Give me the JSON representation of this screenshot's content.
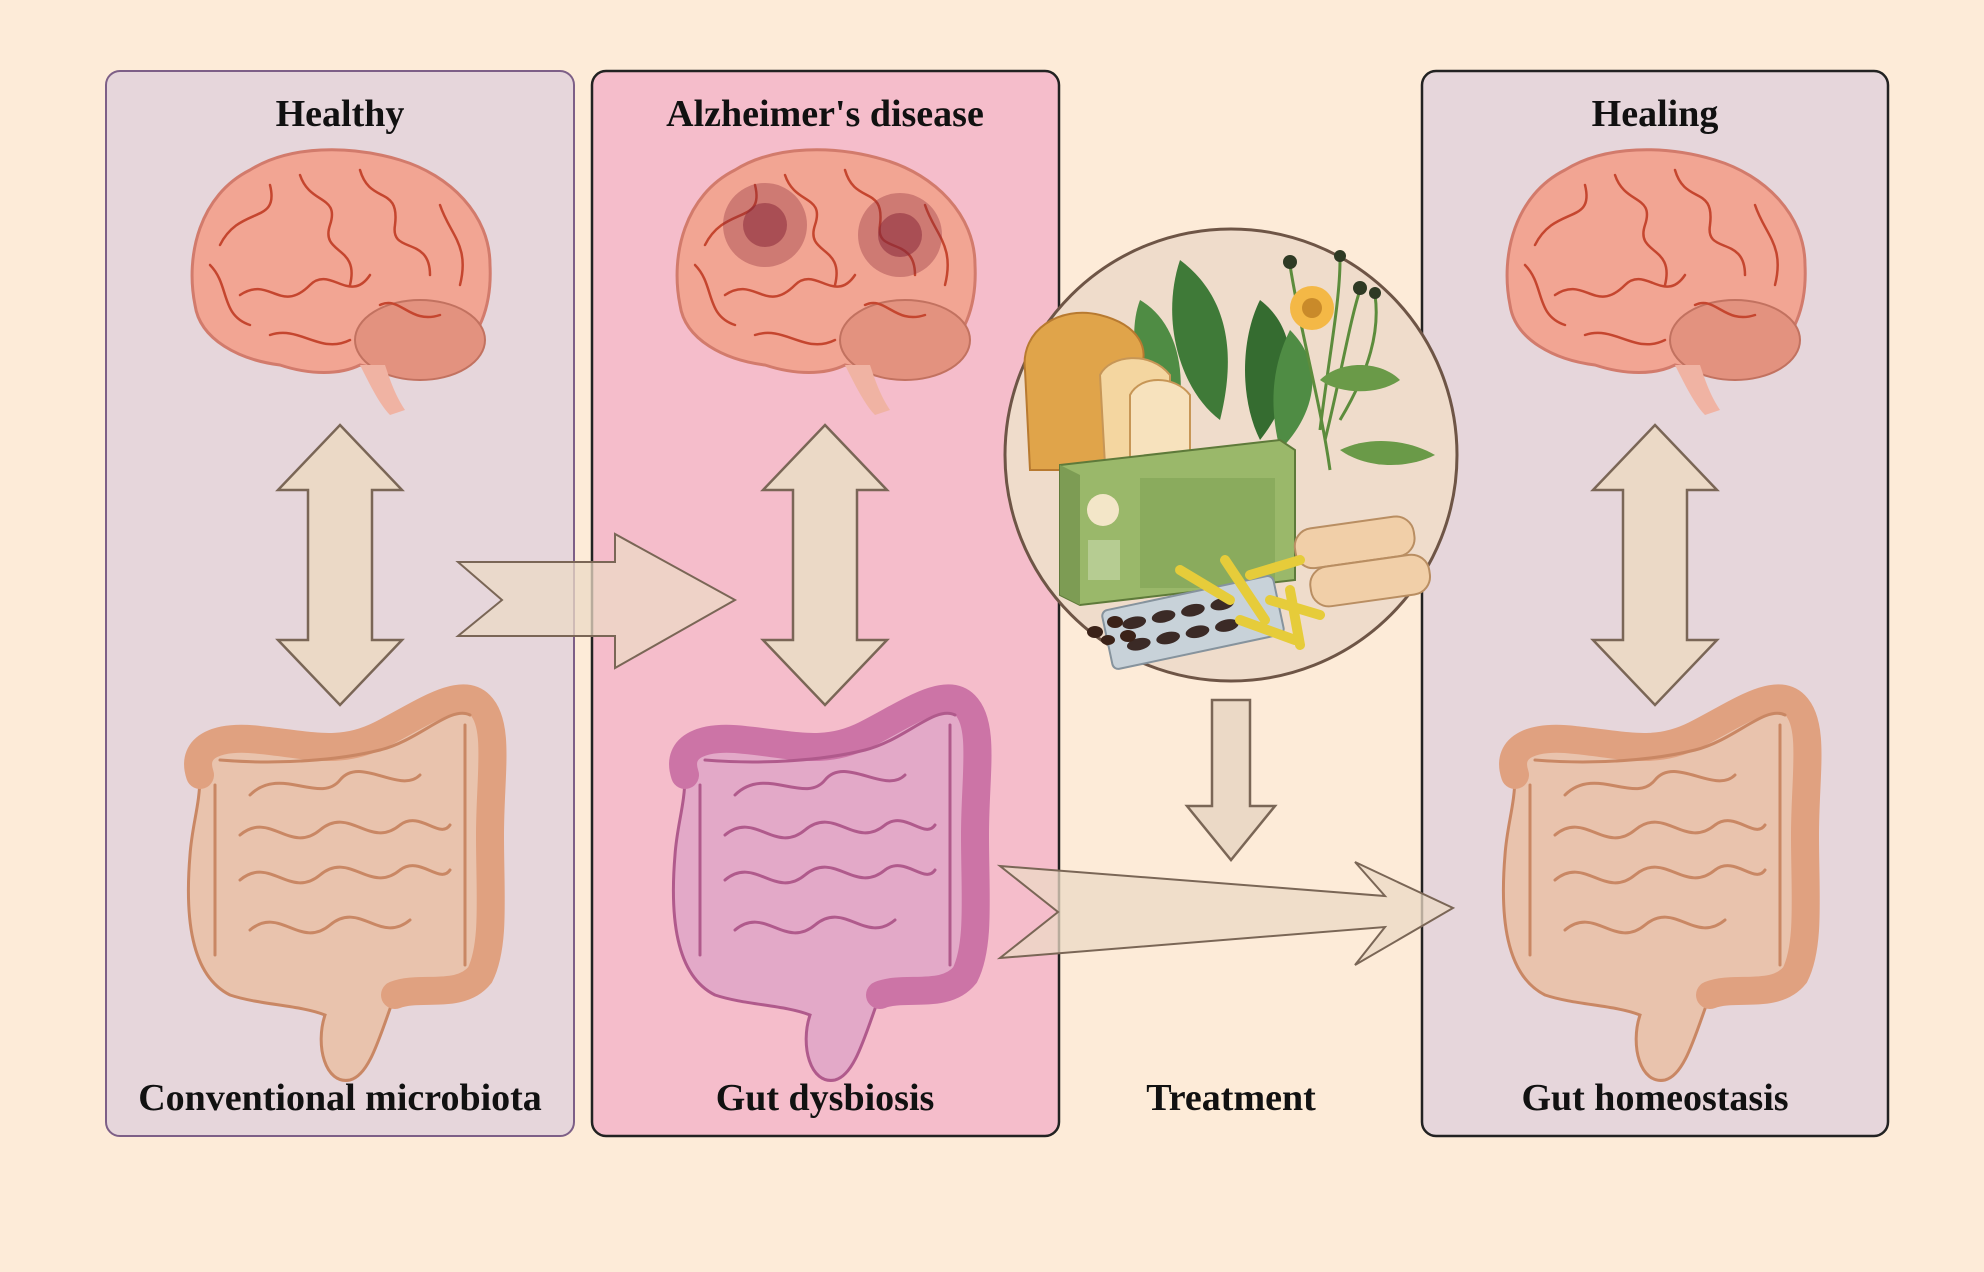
{
  "panels": {
    "healthy": {
      "title": "Healthy",
      "footer": "Conventional microbiota"
    },
    "alzheimers": {
      "title": "Alzheimer's disease",
      "footer": "Gut dysbiosis"
    },
    "treatment": {
      "footer": "Treatment"
    },
    "healing": {
      "title": "Healing",
      "footer": "Gut homeostasis"
    }
  },
  "colors": {
    "background": "#fdebd8",
    "healthy_panel": "#e6d6db",
    "alzheimers_panel": "#f5bdcb",
    "healing_panel": "#e6d6db",
    "arrow_fill": "#ebd9c6",
    "arrow_stroke": "#7a6656",
    "brain": "#f2a593",
    "brain_vessel": "#c5462f",
    "gut_healthy": "#e0a180",
    "gut_dysbiosis": "#cc74a6",
    "plaque": "#8b2a3a"
  },
  "icons": [
    "brain-icon",
    "intestine-icon",
    "food-supplements-icon",
    "double-arrow-icon",
    "right-arrow-icon",
    "down-arrow-icon"
  ]
}
